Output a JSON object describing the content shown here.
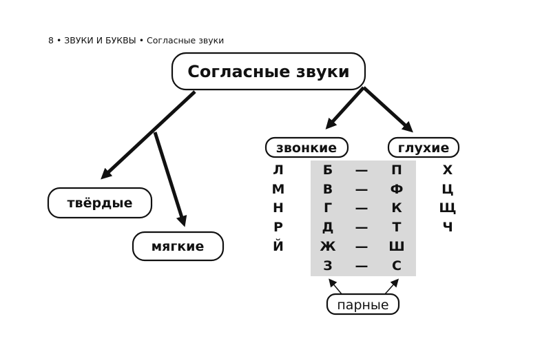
{
  "header": {
    "page_number": "8",
    "section": "ЗВУКИ И БУКВЫ",
    "topic": "Согласные звуки",
    "bullet": "•"
  },
  "root": "Согласные звуки",
  "hardness": {
    "hard": "твёрдые",
    "soft": "мягкие"
  },
  "voicing": {
    "voiced": "звонкие",
    "voiceless": "глухие"
  },
  "unpaired_voiced": [
    "Л",
    "М",
    "Н",
    "Р",
    "Й"
  ],
  "paired": [
    {
      "voiced": "Б",
      "voiceless": "П"
    },
    {
      "voiced": "В",
      "voiceless": "Ф"
    },
    {
      "voiced": "Г",
      "voiceless": "К"
    },
    {
      "voiced": "Д",
      "voiceless": "Т"
    },
    {
      "voiced": "Ж",
      "voiceless": "Ш"
    },
    {
      "voiced": "З",
      "voiceless": "С"
    }
  ],
  "dash": "—",
  "unpaired_voiceless": [
    "Х",
    "Ц",
    "Щ",
    "Ч"
  ],
  "paired_label": "парные",
  "colors": {
    "paired_bg": "#d9d9d9"
  }
}
